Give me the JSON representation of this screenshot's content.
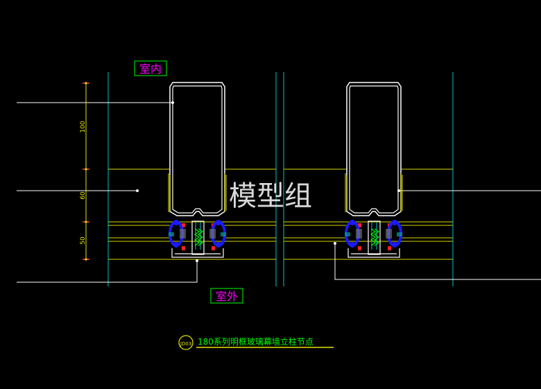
{
  "labels": {
    "indoor": "室内",
    "outdoor": "室外",
    "watermark": "模型组",
    "title": "180系列明框玻璃幕墙立柱节点",
    "title_mark": "JD03"
  },
  "dimensions": [
    "100",
    "60",
    "50"
  ],
  "colors": {
    "background": "#000000",
    "cyan": "#00c8c8",
    "yellow": "#e6e600",
    "white": "#ffffff",
    "magenta": "#ff00ff",
    "green": "#00ff00",
    "red": "#ff0000",
    "blue": "#1a1aff"
  }
}
